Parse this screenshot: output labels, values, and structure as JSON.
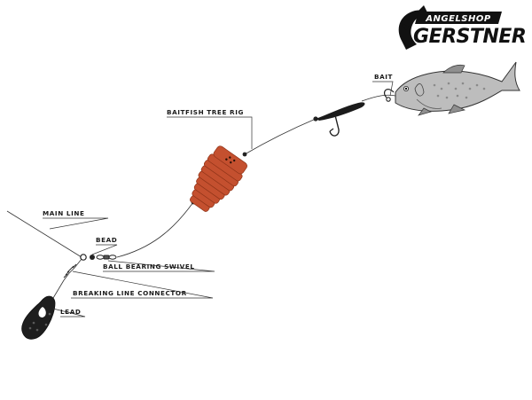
{
  "logo": {
    "top_text": "ANGELSHOP",
    "main_text": "GERSTNER"
  },
  "labels": {
    "bait": "BAIT",
    "baitfish_tree_rig": "BAITFISH TREE RIG",
    "main_line": "MAIN LINE",
    "bead": "BEAD",
    "ball_bearing_swivel": "BALL BEARING SWIVEL",
    "breaking_line_connector": "BREAKING LINE CONNECTOR",
    "lead": "LEAD"
  },
  "colors": {
    "float": "#c4502f",
    "float_dark": "#8e3318",
    "line": "#333333",
    "fish": "#b8b8b8",
    "lead": "#1e1e1e"
  }
}
